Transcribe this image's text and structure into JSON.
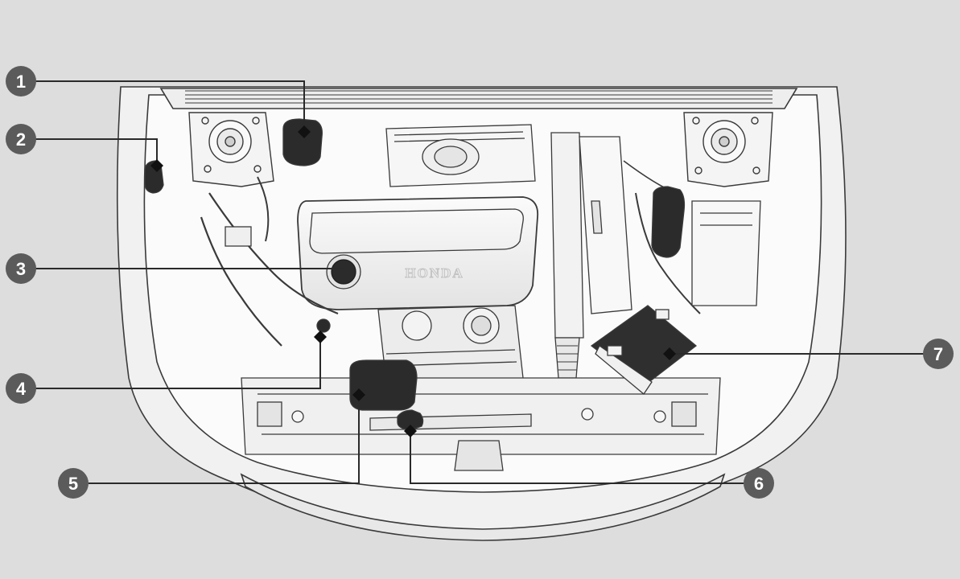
{
  "colors": {
    "background": "#dcdddc",
    "line_art": "#3a3a3a",
    "callout_fill": "#5b5b5b",
    "callout_text": "#ffffff",
    "highlight_part": "#2b2b2b"
  },
  "illustration": {
    "subject": "engine-compartment",
    "brand_emboss": "HONDA"
  },
  "callouts": [
    {
      "id": "1",
      "label": "1"
    },
    {
      "id": "2",
      "label": "2"
    },
    {
      "id": "3",
      "label": "3"
    },
    {
      "id": "4",
      "label": "4"
    },
    {
      "id": "5",
      "label": "5"
    },
    {
      "id": "6",
      "label": "6"
    },
    {
      "id": "7",
      "label": "7"
    }
  ]
}
